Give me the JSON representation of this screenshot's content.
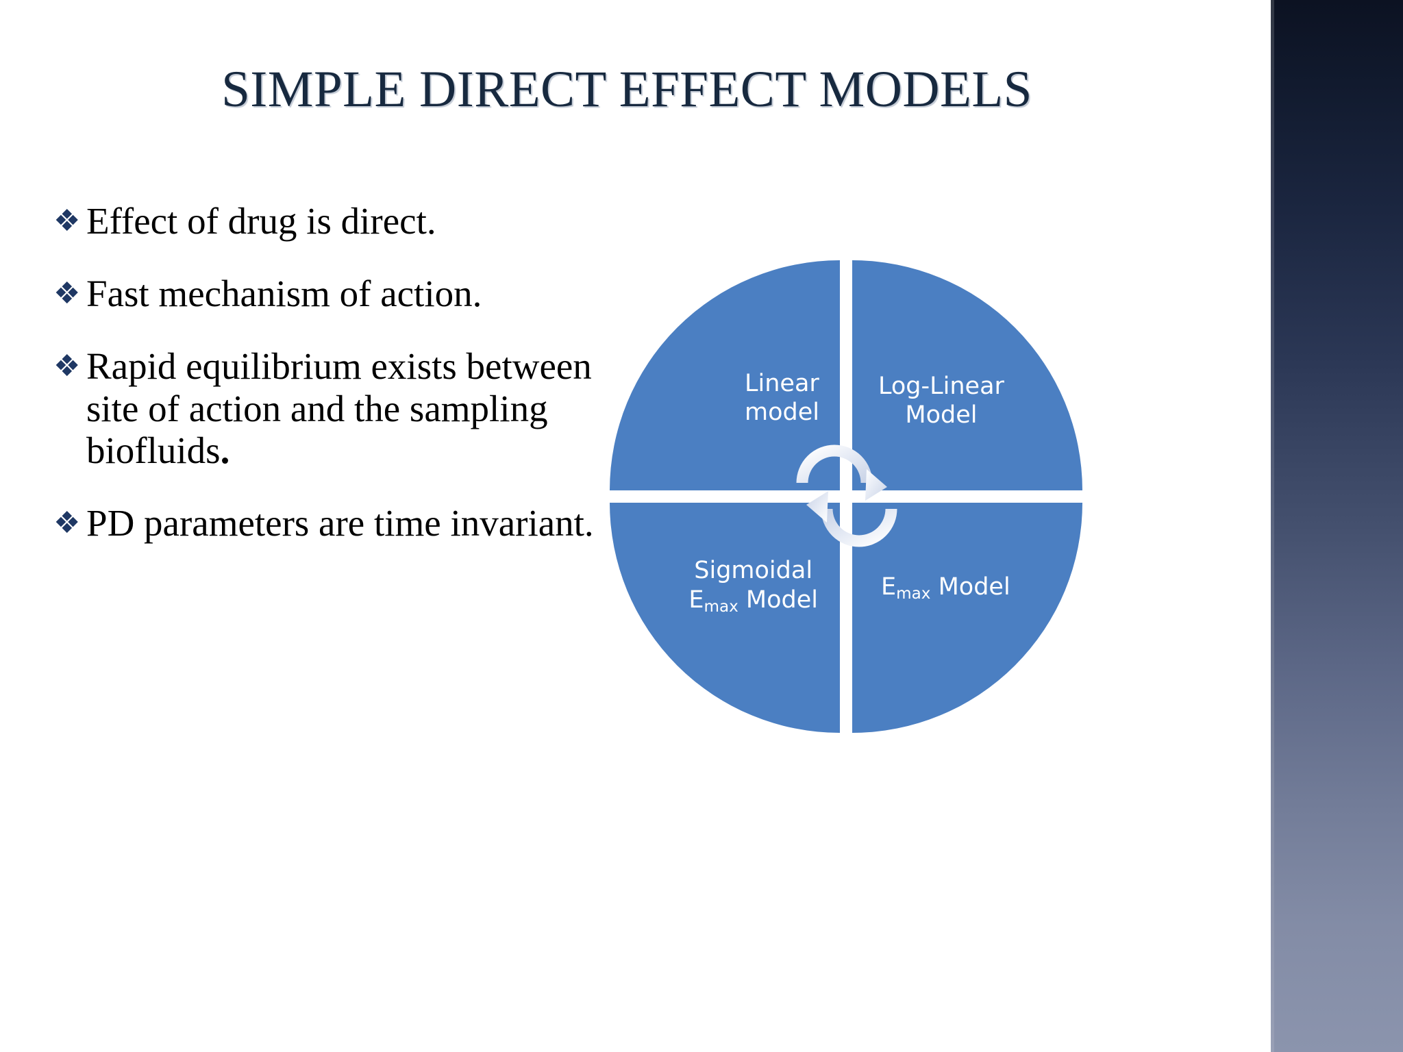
{
  "slide": {
    "title": "SIMPLE DIRECT EFFECT MODELS",
    "title_color": "#17293f",
    "background_color": "#ffffff"
  },
  "bullets": {
    "glyph": "❖",
    "glyph_color": "#1f3864",
    "items": [
      {
        "text": "Effect of drug is direct."
      },
      {
        "text": "Fast mechanism of action."
      },
      {
        "text": "Rapid equilibrium exists between site of action and the sampling biofluids",
        "emph": "."
      },
      {
        "text": "PD parameters are time invariant."
      }
    ]
  },
  "diagram": {
    "type": "quadrant-circle",
    "fill_color": "#4b7fc2",
    "label_color": "#ffffff",
    "divider_color": "#ffffff",
    "center_icon": "circular-arrows-icon",
    "quadrants": [
      {
        "position": "top-left",
        "line1": "Linear",
        "line2": "model",
        "subscript": ""
      },
      {
        "position": "top-right",
        "line1": "Log-Linear",
        "line2": "Model",
        "subscript": ""
      },
      {
        "position": "bottom-left",
        "line1": "Sigmoidal",
        "line2": "E",
        "subscript": "max",
        "line2_tail": " Model"
      },
      {
        "position": "bottom-right",
        "line1": "",
        "line2": "E",
        "subscript": "max",
        "line2_tail": " Model"
      }
    ]
  },
  "decor": {
    "right_band_top_color": "#0c1222",
    "right_band_bottom_color": "#8b94ad"
  }
}
